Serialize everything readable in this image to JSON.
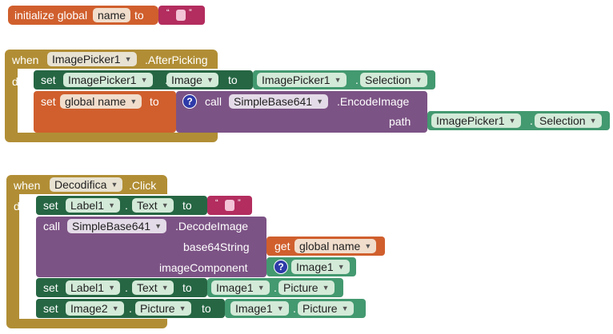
{
  "global_var": {
    "keyword": "initialize global",
    "name": "name",
    "to": "to",
    "value_open": "“",
    "value_close": "”"
  },
  "event1": {
    "when": "when",
    "component": "ImagePicker1",
    "event": ".AfterPicking",
    "do": "do",
    "set1": {
      "set": "set",
      "component": "ImagePicker1",
      "dot": ".",
      "property": "Image",
      "to": "to",
      "value_component": "ImagePicker1",
      "value_property": "Selection"
    },
    "set2": {
      "set": "set",
      "var": "global name",
      "to": "to",
      "call": "call",
      "call_component": "SimpleBase641",
      "method": ".EncodeImage",
      "param": "path",
      "param_component": "ImagePicker1",
      "param_property": "Selection"
    }
  },
  "event2": {
    "when": "when",
    "component": "Decodifica",
    "event": ".Click",
    "do": "do",
    "set1": {
      "set": "set",
      "component": "Label1",
      "property": "Text",
      "to": "to"
    },
    "call": {
      "call": "call",
      "component": "SimpleBase641",
      "method": ".DecodeImage",
      "param1": "base64String",
      "get": "get",
      "get_var": "global name",
      "param2": "imageComponent",
      "param2_value": "Image1"
    },
    "set2": {
      "set": "set",
      "component": "Label1",
      "property": "Text",
      "to": "to",
      "value_component": "Image1",
      "value_property": "Picture"
    },
    "set3": {
      "set": "set",
      "component": "Image2",
      "property": "Picture",
      "to": "to",
      "value_component": "Image1",
      "value_property": "Picture"
    }
  },
  "colors": {
    "variable": "#d05f2d",
    "event": "#b18e35",
    "setter": "#266643",
    "component_block": "#439970",
    "procedure": "#7c5385",
    "text": "#b32d5e"
  },
  "icons": {
    "dropdown": "▼",
    "info": "?"
  }
}
